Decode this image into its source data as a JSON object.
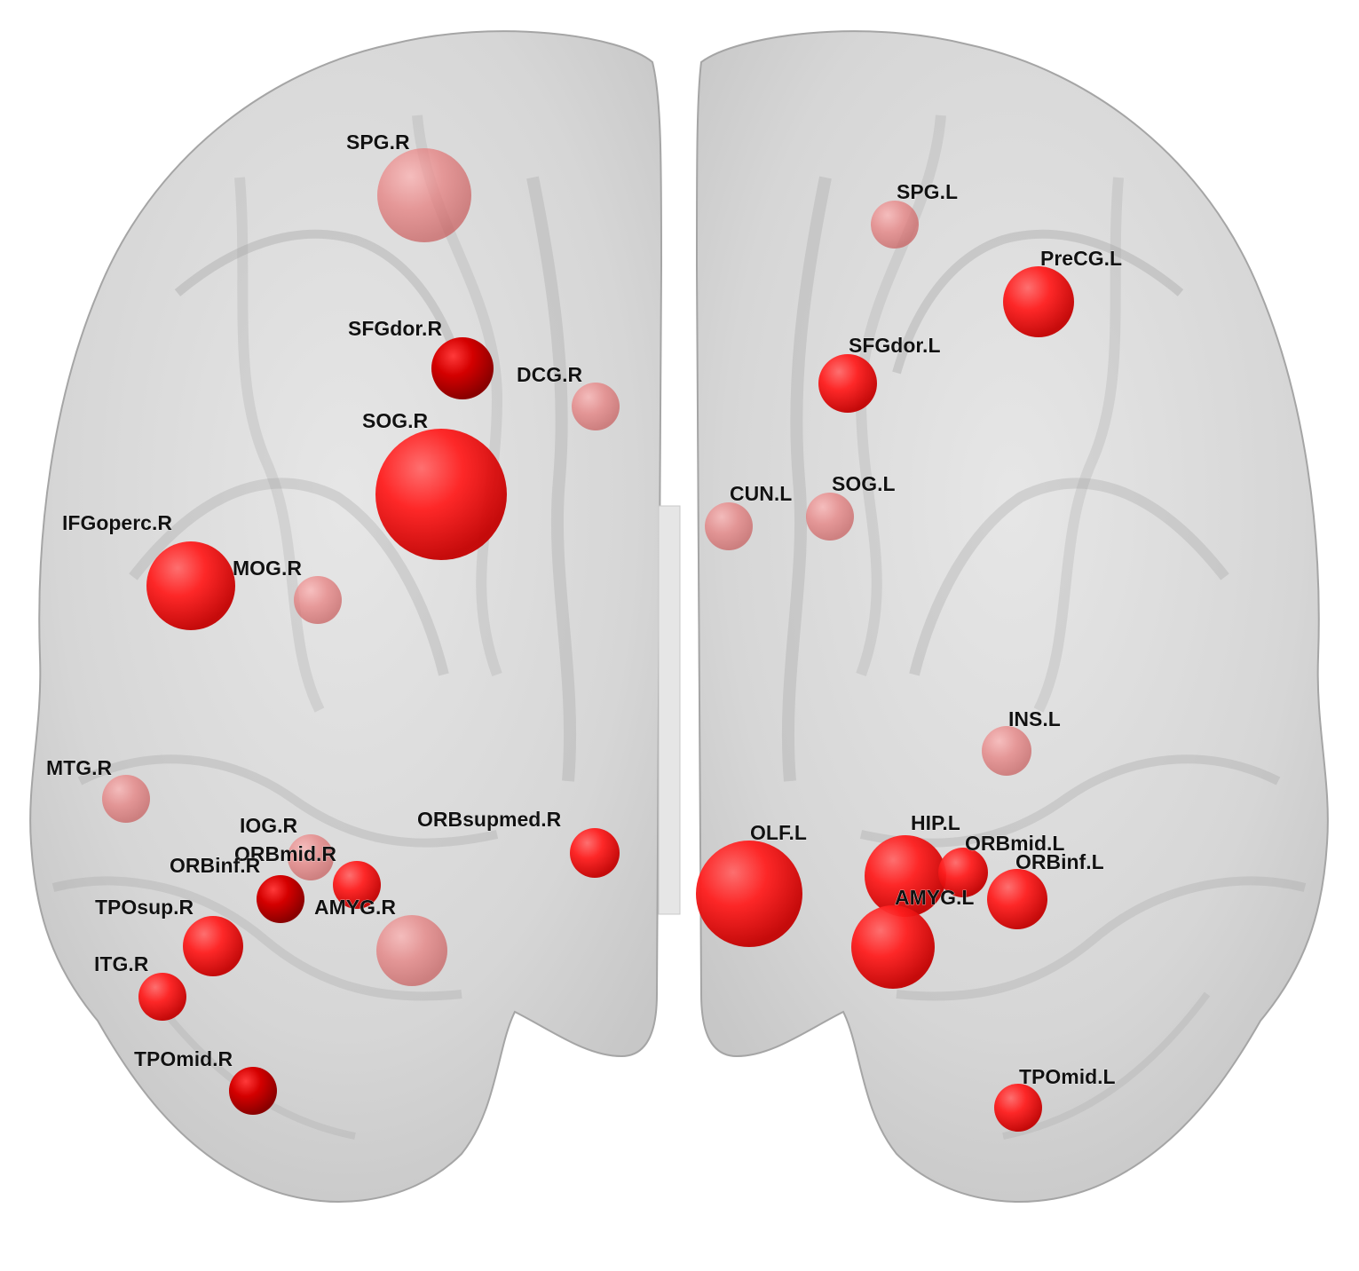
{
  "image": {
    "description_free": true,
    "colors": {
      "background": "#ffffff",
      "brain_fill": "#c8c8c8",
      "brain_edge": "#9a9a9a",
      "node_core": "#ff2a2a",
      "node_dark": "#c00000",
      "label": "#111111"
    }
  },
  "nodes": [
    {
      "label": "SPG.R",
      "hemisphere": "right",
      "style": "faint"
    },
    {
      "label": "SFGdor.R",
      "hemisphere": "right",
      "style": "dark"
    },
    {
      "label": "DCG.R",
      "hemisphere": "right",
      "style": "faint"
    },
    {
      "label": "SOG.R",
      "hemisphere": "right",
      "style": "solid"
    },
    {
      "label": "IFGoperc.R",
      "hemisphere": "right",
      "style": "solid"
    },
    {
      "label": "MOG.R",
      "hemisphere": "right",
      "style": "faint"
    },
    {
      "label": "MTG.R",
      "hemisphere": "right",
      "style": "faint"
    },
    {
      "label": "IOG.R",
      "hemisphere": "right",
      "style": "faint"
    },
    {
      "label": "ORBmid.R",
      "hemisphere": "right",
      "style": "solid"
    },
    {
      "label": "ORBinf.R",
      "hemisphere": "right",
      "style": "dark"
    },
    {
      "label": "ORBsupmed.R",
      "hemisphere": "right",
      "style": "solid"
    },
    {
      "label": "TPOsup.R",
      "hemisphere": "right",
      "style": "solid"
    },
    {
      "label": "AMYG.R",
      "hemisphere": "right",
      "style": "faint"
    },
    {
      "label": "ITG.R",
      "hemisphere": "right",
      "style": "solid"
    },
    {
      "label": "TPOmid.R",
      "hemisphere": "right",
      "style": "dark"
    },
    {
      "label": "SPG.L",
      "hemisphere": "left",
      "style": "faint"
    },
    {
      "label": "PreCG.L",
      "hemisphere": "left",
      "style": "solid"
    },
    {
      "label": "SFGdor.L",
      "hemisphere": "left",
      "style": "solid"
    },
    {
      "label": "CUN.L",
      "hemisphere": "left",
      "style": "faint"
    },
    {
      "label": "SOG.L",
      "hemisphere": "left",
      "style": "faint"
    },
    {
      "label": "INS.L",
      "hemisphere": "left",
      "style": "faint"
    },
    {
      "label": "OLF.L",
      "hemisphere": "left",
      "style": "solid"
    },
    {
      "label": "HIP.L",
      "hemisphere": "left",
      "style": "solid"
    },
    {
      "label": "ORBmid.L",
      "hemisphere": "left",
      "style": "solid"
    },
    {
      "label": "ORBinf.L",
      "hemisphere": "left",
      "style": "solid"
    },
    {
      "label": "AMYG.L",
      "hemisphere": "left",
      "style": "solid"
    },
    {
      "label": "TPOmid.L",
      "hemisphere": "left",
      "style": "solid"
    }
  ]
}
